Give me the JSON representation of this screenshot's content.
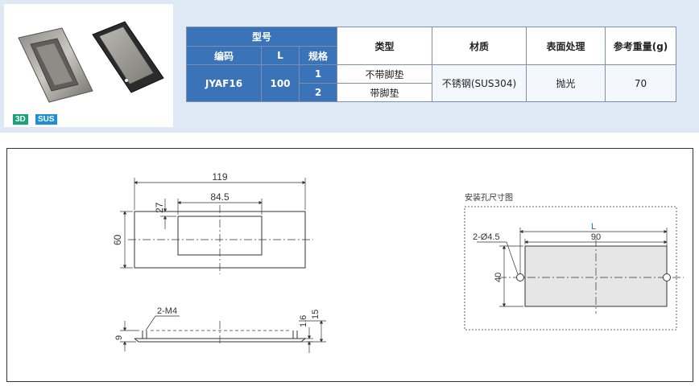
{
  "product": {
    "badges": [
      {
        "label": "3D",
        "color": "#1aa37a"
      },
      {
        "label": "SUS",
        "color": "#1e8fd6"
      }
    ]
  },
  "table": {
    "group_header": "型号",
    "col_code": "编码",
    "col_L": "L",
    "col_spec": "规格",
    "col_type": "类型",
    "col_material": "材质",
    "col_surface": "表面处理",
    "col_weight": "参考重量(g)",
    "row": {
      "code": "JYAF16",
      "L": "100",
      "spec_1": "1",
      "spec_2": "2",
      "type_1": "不带脚垫",
      "type_2": "带脚垫",
      "material": "不锈钢(SUS304)",
      "surface": "抛光",
      "weight": "70"
    }
  },
  "drawing": {
    "front_width": "119",
    "pocket_width": "84.5",
    "pocket_height": "27",
    "front_height": "60",
    "thread_label": "2-M4",
    "side_height": "9",
    "side_thickness": "1.6",
    "side_total": "15",
    "hole_title": "安装孔尺寸图",
    "hole_L": "L",
    "hole_spacing": "90",
    "hole_dia": "2-Ø4.5",
    "hole_height": "40"
  },
  "colors": {
    "header_blue": "#3a73b8",
    "band": "#dfe9f5"
  }
}
